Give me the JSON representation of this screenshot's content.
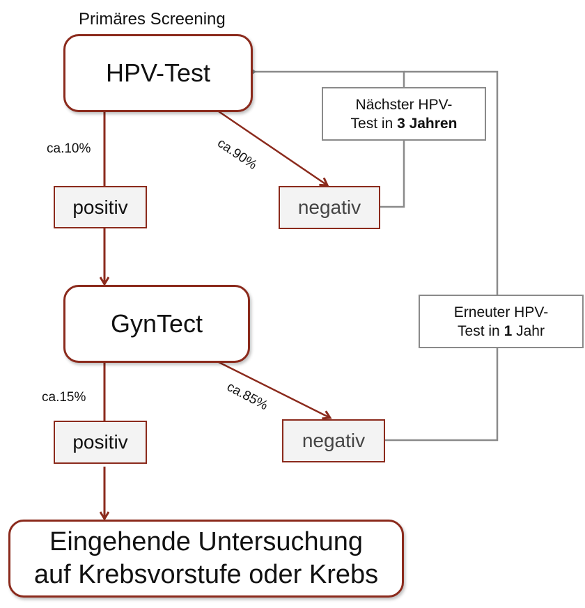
{
  "title": "Primäres Screening",
  "nodes": {
    "hpv_test": "HPV-Test",
    "gyntect": "GynTect",
    "final": {
      "line1": "Eingehende Untersuchung",
      "line2": "auf Krebsvorstufe oder Krebs"
    }
  },
  "results": {
    "hpv_positive": "positiv",
    "hpv_negative": "negativ",
    "gyntect_positive": "positiv",
    "gyntect_negative": "negativ"
  },
  "percentages": {
    "hpv_positive": "ca.10%",
    "hpv_negative": "ca.90%",
    "gyntect_positive": "ca.15%",
    "gyntect_negative": "ca.85%"
  },
  "notes": {
    "three_years": {
      "line1": "Nächster HPV-",
      "line2_prefix": "Test in ",
      "line2_bold": "3 Jahren",
      "line2_suffix": ""
    },
    "one_year": {
      "line1": "Erneuter HPV-",
      "line2_prefix": "Test in ",
      "line2_bold": "1",
      "line2_suffix": " Jahr"
    }
  },
  "colors": {
    "primary_stroke": "#8b2a1c",
    "feedback_stroke": "#8a8a8a",
    "result_fill": "#f3f3f3"
  }
}
